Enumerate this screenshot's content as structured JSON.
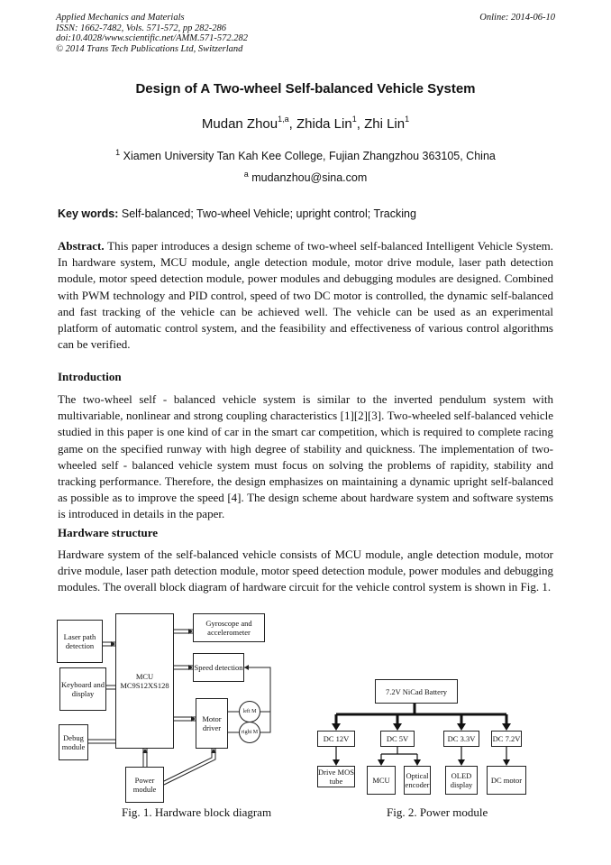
{
  "header": {
    "journal": "Applied Mechanics and Materials",
    "issn": "ISSN: 1662-7482, Vols. 571-572, pp 282-286",
    "doi": "doi:10.4028/www.scientific.net/AMM.571-572.282",
    "copyright": "© 2014 Trans Tech Publications Ltd, Switzerland",
    "online": "Online: 2014-06-10"
  },
  "title": "Design of A Two-wheel Self-balanced Vehicle System",
  "authors": [
    {
      "name": "Mudan Zhou",
      "sup": "1,a"
    },
    {
      "name": "Zhida Lin",
      "sup": "1"
    },
    {
      "name": "Zhi Lin",
      "sup": "1"
    }
  ],
  "affiliation": {
    "sup": "1",
    "text": "Xiamen University Tan Kah Kee College, Fujian Zhangzhou 363105, China"
  },
  "email": {
    "sup": "a",
    "text": "mudanzhou@sina.com"
  },
  "keywords": {
    "label": "Key words:",
    "text": "Self-balanced; Two-wheel Vehicle; upright control; Tracking"
  },
  "abstract": {
    "label": "Abstract.",
    "text": "This paper introduces a design scheme of two-wheel self-balanced Intelligent Vehicle System. In hardware system, MCU module, angle detection module, motor drive module, laser path detection module, motor speed detection module, power modules and debugging modules are designed. Combined with PWM technology and PID control, speed of two DC motor is controlled, the dynamic self-balanced and fast tracking of the vehicle can be achieved well. The vehicle can be used as an experimental platform of automatic control system, and the feasibility and effectiveness of various control algorithms can be verified."
  },
  "introduction": {
    "heading": "Introduction",
    "text": "The two-wheel self - balanced vehicle system is similar to the inverted pendulum system with multivariable, nonlinear and strong coupling characteristics [1][2][3]. Two-wheeled self-balanced vehicle studied in this paper is one kind of car in the smart car competition, which is required to complete racing game on the specified runway with high degree of stability and quickness. The implementation of two-wheeled self - balanced vehicle system must focus on solving the problems of rapidity, stability and tracking performance. Therefore, the design emphasizes on maintaining a dynamic upright self-balanced as possible as to improve the speed [4]. The design scheme about hardware system and software systems is introduced in details in the paper."
  },
  "hardware": {
    "heading": "Hardware structure",
    "text": "Hardware system of the self-balanced vehicle consists of MCU module, angle detection module, motor drive module, laser path detection module, motor speed detection module, power modules and debugging modules. The overall block diagram of hardware circuit for the vehicle control system is shown in Fig. 1."
  },
  "fig1": {
    "caption": "Fig. 1.    Hardware block diagram",
    "laser": "Laser path detection",
    "keyboard": "Keyboard and display",
    "debug": "Debug module",
    "mcu_title": "MCU",
    "mcu_model": "MC9S12XS128",
    "gyro": "Gyroscope and accelerometer",
    "speed": "Speed detection",
    "motor_driver": "Motor driver",
    "power": "Power module",
    "left_motor": "left M",
    "right_motor": "right M"
  },
  "fig2": {
    "caption": "Fig. 2.    Power module",
    "battery": "7.2V NiCad Battery",
    "dc12": "DC 12V",
    "dc5": "DC 5V",
    "dc33": "DC 3.3V",
    "dc72": "DC 7.2V",
    "mos": "Drive MOS tube",
    "mcu": "MCU",
    "optical": "Optical encoder",
    "oled": "OLED display",
    "dcmotor": "DC motor"
  }
}
